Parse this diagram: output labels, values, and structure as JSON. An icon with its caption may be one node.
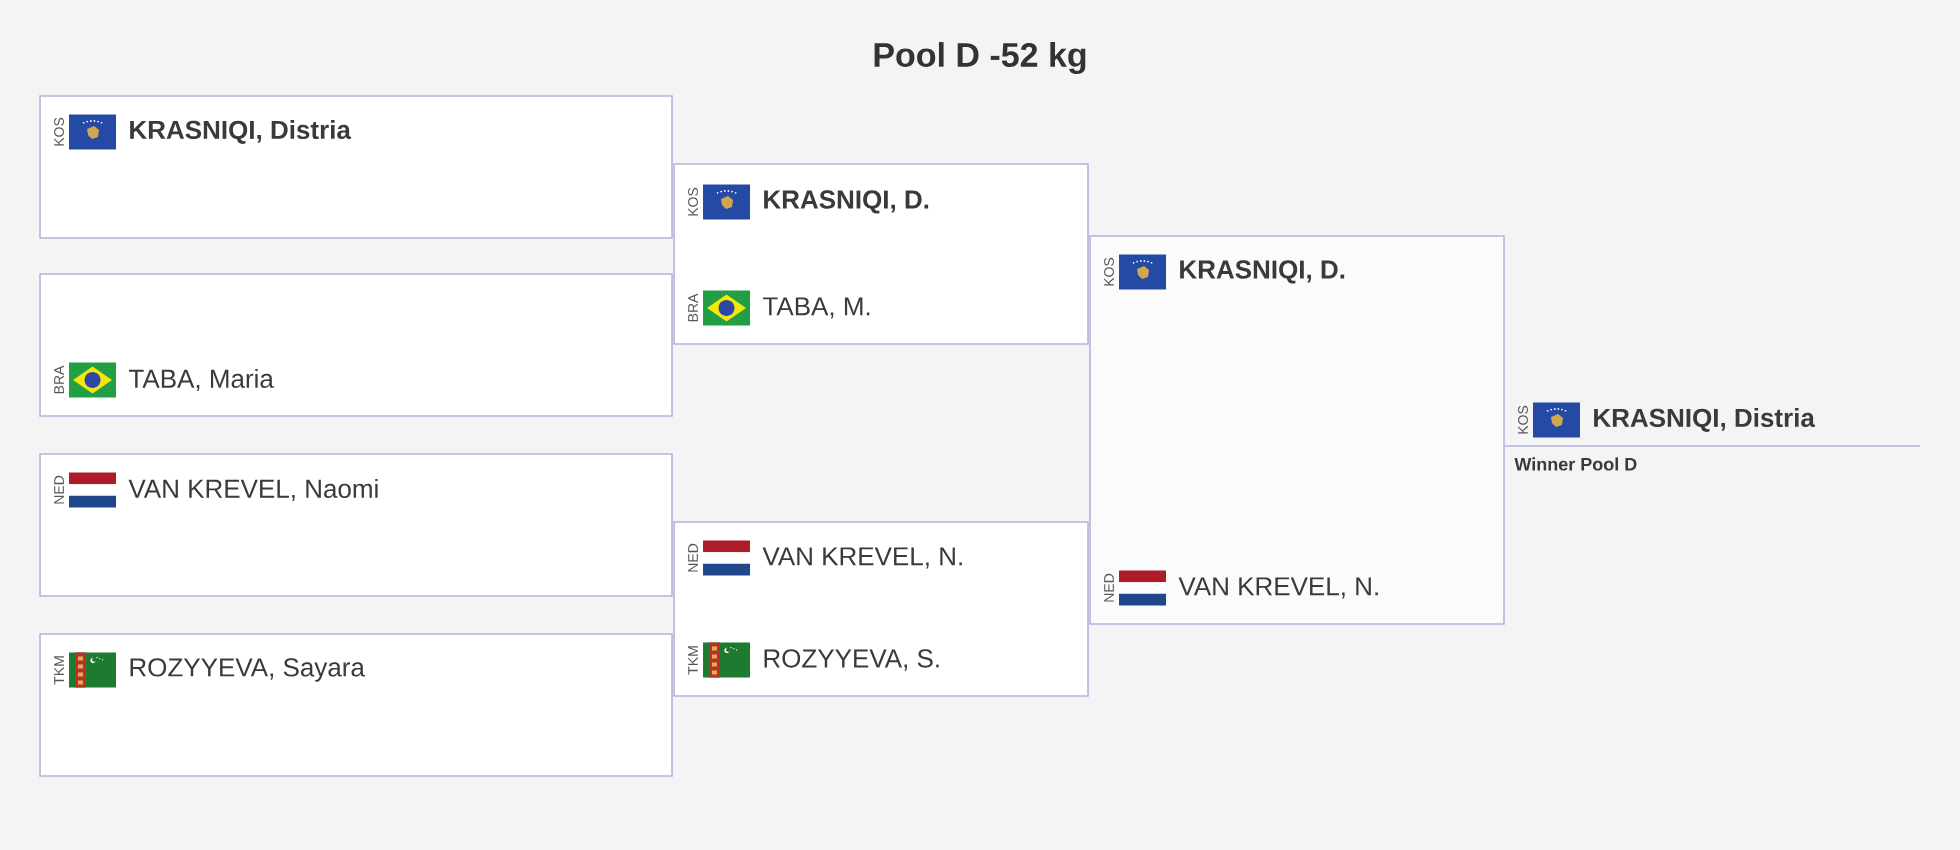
{
  "diagram": {
    "title": "Pool D -52 kg",
    "nodes": [
      {
        "text": [
          "KOS",
          "KRASNIQI, Distria"
        ]
      },
      {
        "text": [
          "BRA",
          "TABA, Maria"
        ]
      },
      {
        "text": [
          "NED",
          "VAN KREVEL, Naomi"
        ]
      },
      {
        "text": [
          "TKM",
          "ROZYYEVA, Sayara"
        ]
      },
      {
        "text": [
          "KOS",
          "KRASNIQI, D.",
          "BRA",
          "TABA, M."
        ]
      },
      {
        "text": [
          "NED",
          "VAN KREVEL, N.",
          "TKM",
          "ROZYYEVA, S."
        ]
      },
      {
        "text": [
          "KOS",
          "KRASNIQI, D.",
          "NED",
          "VAN KREVEL, N."
        ]
      },
      {
        "text": [
          "KOS",
          "KRASNIQI, Distria"
        ],
        "beside": [
          "Winner Pool D"
        ]
      }
    ]
  }
}
